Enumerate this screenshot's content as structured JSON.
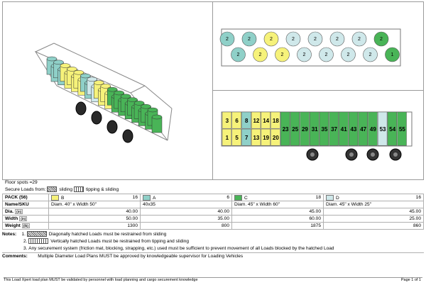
{
  "summary": {
    "floor_spots": "Floor spots  =29",
    "secure_label": "Secure Loads from:",
    "secure_sliding": "sliding",
    "secure_tipping": "tipping & sliding"
  },
  "table": {
    "headers": [
      "PACK (56)",
      "B",
      "16",
      "A",
      "6",
      "C",
      "18",
      "D",
      "16"
    ],
    "rows": [
      {
        "label": "Name/SKU",
        "unit": "",
        "cells": [
          "Diam. 40\" x Width 50\"",
          "40x35",
          "Diam. 45\" x Width 60\"",
          "Diam. 45\" x Width 25\""
        ]
      },
      {
        "label": "Dia.",
        "unit": "(in)",
        "cells": [
          "40.00",
          "40.00",
          "45.00",
          "45.00"
        ]
      },
      {
        "label": "Width",
        "unit": "(in)",
        "cells": [
          "50.00",
          "35.00",
          "60.00",
          "25.00"
        ]
      },
      {
        "label": "Weight",
        "unit": "(lb)",
        "cells": [
          "1300",
          "800",
          "1875",
          "860"
        ]
      }
    ],
    "colors": {
      "B": "#f6f27a",
      "A": "#8fd0c8",
      "C": "#49b457",
      "D": "#cfe8ea"
    }
  },
  "notes": {
    "label": "Notes:",
    "n1_num": "1.",
    "n1": "Diagonally hatched Loads must be restrained from sliding",
    "n2_num": "2.",
    "n2": "Vertically hatched Loads must be restrained from tipping and sliding",
    "n3_num": "3.",
    "n3": "Any securement system (friction mat, blocking, strapping, etc.) used must be sufficient to prevent movement of all Loads blocked by the hatched Load",
    "comments_label": "Comments:",
    "comments": "Multiple Diameter Load Plans MUST be approved by knowledgeable supervisor for Loading Vehicles"
  },
  "footer": {
    "left": "This Load Xpert load plan MUST be validated by personnel with load planning and cargo securement knowledge",
    "right": "Page 1 of 1"
  },
  "topview": {
    "circles": [
      {
        "n": "2",
        "c": "A"
      },
      {
        "n": "2",
        "c": "A"
      },
      {
        "n": "2",
        "c": "A"
      },
      {
        "n": "2",
        "c": "B"
      },
      {
        "n": "2",
        "c": "B"
      },
      {
        "n": "2",
        "c": "B"
      },
      {
        "n": "2",
        "c": "D"
      },
      {
        "n": "2",
        "c": "D"
      },
      {
        "n": "2",
        "c": "D"
      },
      {
        "n": "2",
        "c": "D"
      },
      {
        "n": "2",
        "c": "D"
      },
      {
        "n": "2",
        "c": "D"
      },
      {
        "n": "2",
        "c": "D"
      },
      {
        "n": "2",
        "c": "D"
      },
      {
        "n": "2",
        "c": "C"
      },
      {
        "n": "1",
        "c": "C"
      }
    ]
  },
  "sideview": {
    "cols": [
      {
        "c": "B",
        "nums": [
          "1",
          "3"
        ]
      },
      {
        "c": "B",
        "nums": [
          "5",
          "6"
        ]
      },
      {
        "c": "A",
        "nums": [
          "7",
          "8"
        ]
      },
      {
        "c": "B",
        "nums": [
          "13",
          "12"
        ]
      },
      {
        "c": "B",
        "nums": [
          "19",
          "14"
        ]
      },
      {
        "c": "B",
        "nums": [
          "20",
          "18"
        ]
      },
      {
        "c": "C",
        "nums": [
          "23"
        ]
      },
      {
        "c": "C",
        "nums": [
          "25"
        ]
      },
      {
        "c": "C",
        "nums": [
          "29"
        ]
      },
      {
        "c": "C",
        "nums": [
          "31"
        ]
      },
      {
        "c": "C",
        "nums": [
          "35"
        ]
      },
      {
        "c": "C",
        "nums": [
          "37"
        ]
      },
      {
        "c": "C",
        "nums": [
          "41"
        ]
      },
      {
        "c": "C",
        "nums": [
          "43"
        ]
      },
      {
        "c": "C",
        "nums": [
          "47"
        ]
      },
      {
        "c": "C",
        "nums": [
          "49"
        ]
      },
      {
        "c": "D",
        "nums": [
          "53"
        ]
      },
      {
        "c": "C",
        "nums": [
          "54"
        ]
      },
      {
        "c": "C",
        "nums": [
          "55"
        ]
      }
    ]
  }
}
